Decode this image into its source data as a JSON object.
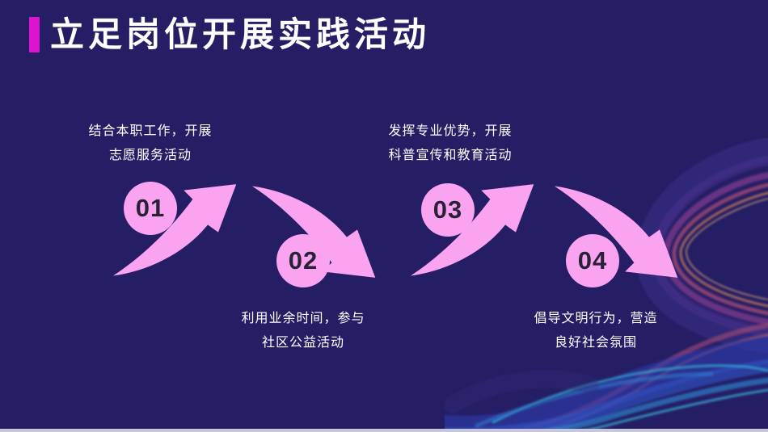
{
  "slide": {
    "title": "立足岗位开展实践活动",
    "colors": {
      "background": "#251e65",
      "accent_bar": "#dd14cf",
      "circle_pink": "#faa4f1",
      "number_text": "#292136",
      "label_text": "#ffffff",
      "bottom_strip": "#c7c7da"
    }
  },
  "steps": [
    {
      "number": "01",
      "label_line1": "结合本职工作，开展",
      "label_line2": "志愿服务活动",
      "label_position": "above"
    },
    {
      "number": "02",
      "label_line1": "利用业余时间，参与",
      "label_line2": "社区公益活动",
      "label_position": "below"
    },
    {
      "number": "03",
      "label_line1": "发挥专业优势，开展",
      "label_line2": "科普宣传和教育活动",
      "label_position": "above"
    },
    {
      "number": "04",
      "label_line1": "倡导文明行为，营造",
      "label_line2": "良好社会氛围",
      "label_position": "below"
    }
  ]
}
